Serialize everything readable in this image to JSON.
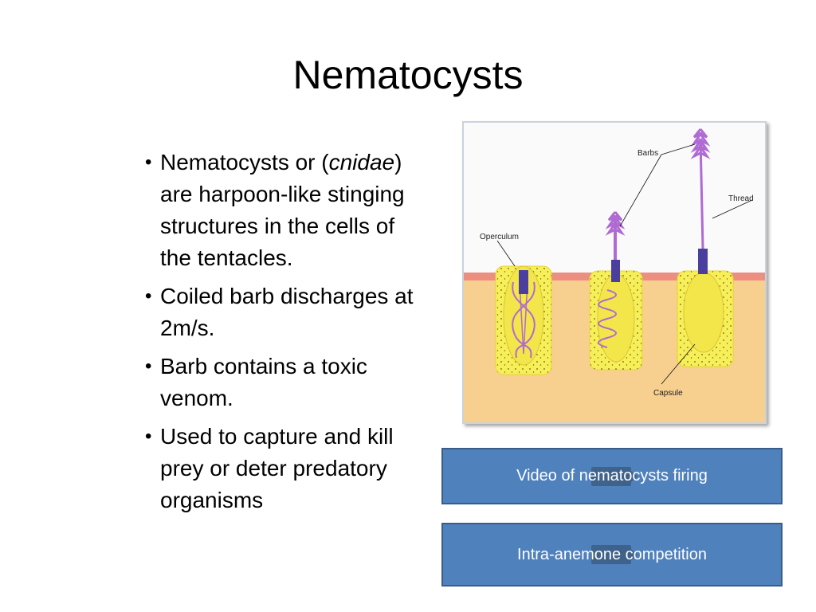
{
  "slide": {
    "title": "Nematocysts",
    "bullets": [
      {
        "text": "Nematocysts or (",
        "italic": "cnidae",
        "text_after": ") are harpoon-like stinging structures in the cells of the tentacles."
      },
      {
        "text": "Coiled barb discharges at 2m/s."
      },
      {
        "text": "Barb contains a toxic venom."
      },
      {
        "text": "Used to capture and kill prey or deter predatory organisms"
      }
    ]
  },
  "figure": {
    "labels": {
      "barbs": "Barbs",
      "thread": "Thread",
      "operculum": "Operculum",
      "capsule": "Capsule"
    },
    "colors": {
      "background": "#fafafa",
      "tissue": "#f7cf8f",
      "surface": "#ec8f80",
      "cell": "#f7ef57",
      "thread": "#b06ad3",
      "base": "#4a3f9e"
    }
  },
  "buttons": [
    {
      "label": "Video of nematocysts firing",
      "icon": "video-camera-icon"
    },
    {
      "label": "Intra-anemone competition",
      "icon": "video-camera-icon"
    }
  ],
  "colors": {
    "button_fill": "#4f81bd",
    "button_border": "#385d8a"
  }
}
